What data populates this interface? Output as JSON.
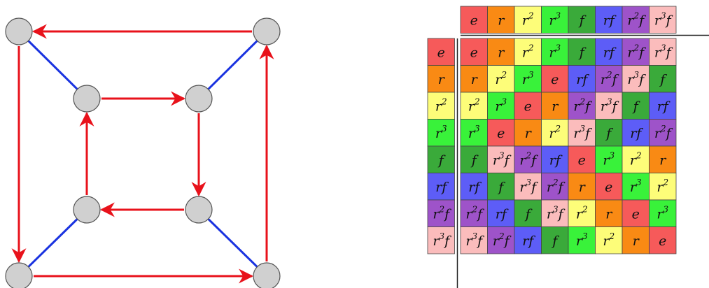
{
  "colors": {
    "r_edge": "#e8121b",
    "f_edge": "#1a33e0",
    "vertex_fill": "#d0d0d0",
    "vertex_stroke": "#555555"
  },
  "elements": [
    {
      "id": "e",
      "base": "e",
      "sup": "",
      "suffix": "",
      "color": "#f65a5a"
    },
    {
      "id": "r",
      "base": "r",
      "sup": "",
      "suffix": "",
      "color": "#f98a14"
    },
    {
      "id": "r2",
      "base": "r",
      "sup": "2",
      "suffix": "",
      "color": "#fdfd79"
    },
    {
      "id": "r3",
      "base": "r",
      "sup": "3",
      "suffix": "",
      "color": "#39f23a"
    },
    {
      "id": "f",
      "base": "f",
      "sup": "",
      "suffix": "",
      "color": "#3aaa3a"
    },
    {
      "id": "rf",
      "base": "rf",
      "sup": "",
      "suffix": "",
      "color": "#5d5df7"
    },
    {
      "id": "r2f",
      "base": "r",
      "sup": "2",
      "suffix": "f",
      "color": "#9e53c9"
    },
    {
      "id": "r3f",
      "base": "r",
      "sup": "3",
      "suffix": "f",
      "color": "#fbbcbc"
    }
  ],
  "table": {
    "header": [
      "e",
      "r",
      "r2",
      "r3",
      "f",
      "rf",
      "r2f",
      "r3f"
    ],
    "row_labels": [
      "e",
      "r",
      "r2",
      "r3",
      "f",
      "rf",
      "r2f",
      "r3f"
    ],
    "rows": [
      [
        "e",
        "r",
        "r2",
        "r3",
        "f",
        "rf",
        "r2f",
        "r3f"
      ],
      [
        "r",
        "r2",
        "r3",
        "e",
        "rf",
        "r2f",
        "r3f",
        "f"
      ],
      [
        "r2",
        "r3",
        "e",
        "r",
        "r2f",
        "r3f",
        "f",
        "rf"
      ],
      [
        "r3",
        "e",
        "r",
        "r2",
        "r3f",
        "f",
        "rf",
        "r2f"
      ],
      [
        "f",
        "r3f",
        "r2f",
        "rf",
        "e",
        "r3",
        "r2",
        "r"
      ],
      [
        "rf",
        "f",
        "r3f",
        "r2f",
        "r",
        "e",
        "r3",
        "r2"
      ],
      [
        "r2f",
        "rf",
        "f",
        "r3f",
        "r2",
        "r",
        "e",
        "r3"
      ],
      [
        "r3f",
        "r2f",
        "rf",
        "f",
        "r3",
        "r2",
        "r",
        "e"
      ]
    ]
  },
  "graph": {
    "vertices": [
      "outer-top-left",
      "outer-top-right",
      "inner-top-left",
      "inner-top-right",
      "inner-bottom-left",
      "inner-bottom-right",
      "outer-bottom-left",
      "outer-bottom-right"
    ],
    "r_edges": [
      [
        "outer-top-right",
        "outer-top-left"
      ],
      [
        "outer-top-left",
        "outer-bottom-left"
      ],
      [
        "outer-bottom-left",
        "outer-bottom-right"
      ],
      [
        "outer-bottom-right",
        "outer-top-right"
      ],
      [
        "inner-top-left",
        "inner-top-right"
      ],
      [
        "inner-top-right",
        "inner-bottom-right"
      ],
      [
        "inner-bottom-right",
        "inner-bottom-left"
      ],
      [
        "inner-bottom-left",
        "inner-top-left"
      ]
    ],
    "f_edges": [
      [
        "outer-top-left",
        "inner-top-left"
      ],
      [
        "outer-top-right",
        "inner-top-right"
      ],
      [
        "outer-bottom-left",
        "inner-bottom-left"
      ],
      [
        "outer-bottom-right",
        "inner-bottom-right"
      ]
    ]
  }
}
